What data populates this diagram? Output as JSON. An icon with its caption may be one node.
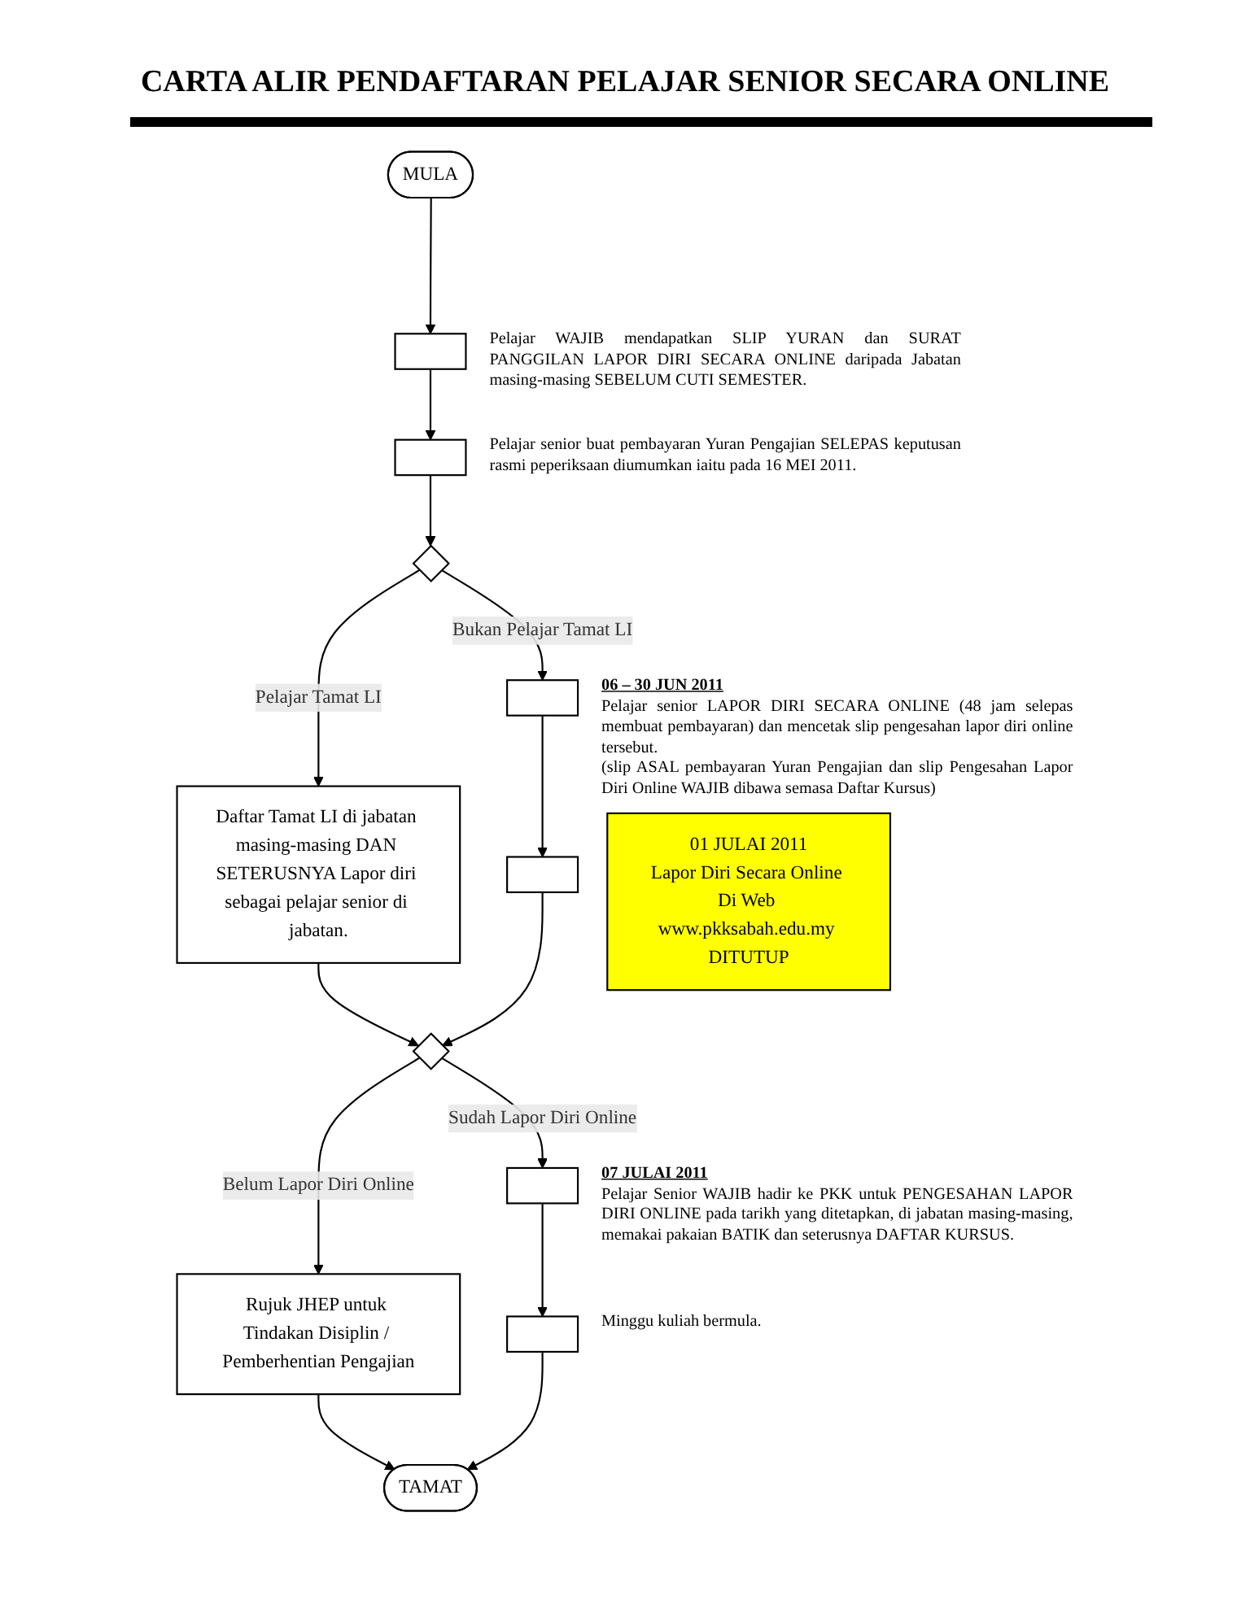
{
  "diagram": {
    "title": "CARTA ALIR PENDAFTARAN PELAJAR SENIOR SECARA ONLINE",
    "nodes": [
      {
        "text": [
          "MULA"
        ]
      },
      {
        "text": [],
        "shape": "box",
        "beside": [
          "Pelajar WAJIB mendapatkan SLIP YURAN dan SURAT PANGGILAN LAPOR DIRI SECARA ONLINE daripada Jabatan masing-masing SEBELUM CUTI SEMESTER."
        ]
      },
      {
        "text": [],
        "shape": "box",
        "beside": [
          "Pelajar senior buat pembayaran Yuran Pengajian SELEPAS keputusan rasmi peperiksaan diumumkan iaitu pada 16 MEI 2011."
        ]
      },
      {
        "text": [],
        "shape": "diamond"
      },
      {
        "text": [
          "Daftar Tamat LI di jabatan masing-masing DAN SETERUSNYA Lapor diri sebagai pelajar senior di jabatan."
        ]
      },
      {
        "text": [],
        "shape": "box",
        "beside": [
          "06 – 30 JUN 2011",
          "Pelajar senior LAPOR DIRI SECARA ONLINE (48 jam selepas membuat pembayaran) dan mencetak slip pengesahan lapor diri online tersebut.",
          "(slip ASAL pembayaran Yuran Pengajian dan slip Pengesahan Lapor Diri Online WAJIB dibawa semasa Daftar Kursus)"
        ]
      },
      {
        "text": [],
        "shape": "box"
      },
      {
        "text": [
          "01 JULAI 2011",
          "Lapor Diri Secara Online Di Web www.pkksabah.edu.my DITUTUP"
        ]
      },
      {
        "text": [],
        "shape": "diamond"
      },
      {
        "text": [
          "Rujuk JHEP untuk Tindakan Disiplin / Pemberhentian Pengajian"
        ]
      },
      {
        "text": [],
        "shape": "box",
        "beside": [
          "07 JULAI 2011",
          "Pelajar Senior WAJIB hadir ke PKK untuk PENGESAHAN LAPOR DIRI ONLINE pada tarikh yang ditetapkan, di jabatan masing-masing, memakai pakaian BATIK dan seterusnya DAFTAR KURSUS."
        ]
      },
      {
        "text": [],
        "shape": "box",
        "beside": [
          "Minggu kuliah bermula."
        ]
      },
      {
        "text": [
          "TAMAT"
        ]
      }
    ],
    "edges": [
      {
        "from": 0,
        "to": 1,
        "arrow": "to"
      },
      {
        "from": 1,
        "to": 2,
        "arrow": "to"
      },
      {
        "from": 2,
        "to": 3,
        "arrow": "to"
      },
      {
        "from": 3,
        "to": 4,
        "arrow": "to",
        "label": "Pelajar Tamat LI"
      },
      {
        "from": 3,
        "to": 5,
        "arrow": "to",
        "label": "Bukan Pelajar Tamat LI"
      },
      {
        "from": 5,
        "to": 6,
        "arrow": "to"
      },
      {
        "from": 4,
        "to": 8,
        "arrow": "to"
      },
      {
        "from": 6,
        "to": 8,
        "arrow": "to"
      },
      {
        "from": 8,
        "to": 9,
        "arrow": "to",
        "label": "Belum Lapor Diri Online"
      },
      {
        "from": 8,
        "to": 10,
        "arrow": "to",
        "label": "Sudah Lapor Diri Online"
      },
      {
        "from": 10,
        "to": 11,
        "arrow": "to"
      },
      {
        "from": 9,
        "to": 12,
        "arrow": "to"
      },
      {
        "from": 11,
        "to": 12,
        "arrow": "to"
      }
    ]
  }
}
